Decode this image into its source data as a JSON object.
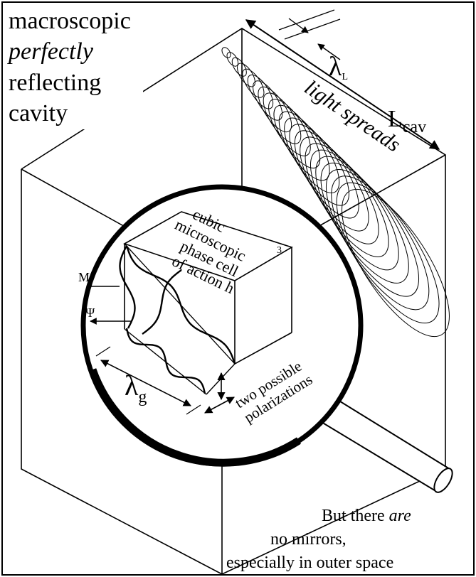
{
  "caption": {
    "line1": "macroscopic",
    "line2": "perfectly",
    "line3": "reflecting",
    "line4": "cavity"
  },
  "labels": {
    "lambda_L": "λ",
    "lambda_L_sub": "L",
    "light_spreads": "light spreads",
    "L_cav": "L",
    "L_cav_sub": "cav",
    "cell_line1": "cubic",
    "cell_line2": "microscopic",
    "cell_line3": "phase cell",
    "cell_line4": "of action h",
    "cell_exp": "3",
    "M": "M",
    "Psi": "Ψ",
    "lambda_g": "λ",
    "lambda_g_sub": "g",
    "polar_line1": "two possible",
    "polar_line2": "polarizations"
  },
  "note": {
    "line1_pre": "But there ",
    "line1_em": "are",
    "line2": "no mirrors,",
    "line3": "especially in outer space"
  },
  "colors": {
    "ink": "#000000",
    "paper": "#ffffff"
  }
}
